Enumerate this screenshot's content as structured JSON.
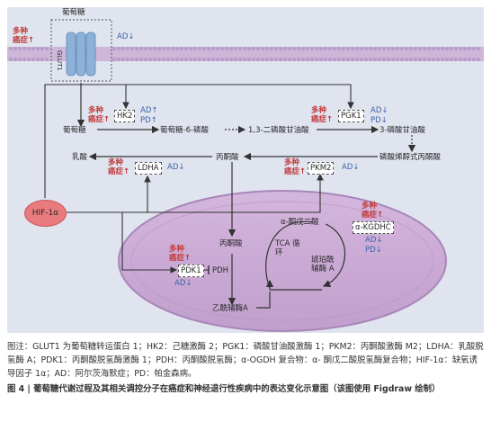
{
  "diagram": {
    "nodes": {
      "glucose_top": "葡萄糖",
      "glut1": "GLUT1",
      "glucose": "葡萄糖",
      "g6p": "葡萄糖-6-磷酸",
      "bpg": "1,3-二磷酸甘油酸",
      "p3g": "3-磷酸甘油酸",
      "pep": "磷酸烯醇式丙酮酸",
      "lactate": "乳酸",
      "pyruvate": "丙酮酸",
      "pyruvate_mito": "丙酮酸",
      "acetyl_coa": "乙酰辅酶A",
      "akg": "α-酮戊二酸",
      "succinyl_coa": "琥珀酰\n辅酶 A",
      "tca": "TCA 循\n环",
      "pdh": "PDH",
      "hif": "HIF-1α"
    },
    "enzymes": {
      "hk2": "HK2",
      "pgk1": "PGK1",
      "ldha": "LDHA",
      "pkm2": "PKM2",
      "pdk1": "PDK1",
      "kgdhc": "α-KGDHC"
    },
    "annotations": {
      "cancer_up": "多种\n癌症↑",
      "ad_down": "AD↓",
      "ad_up": "AD↑",
      "pd_up": "PD↑",
      "pd_down": "PD↓"
    }
  },
  "caption": {
    "note": "图注：GLUT1 为葡萄糖转运蛋白 1；HK2：己糖激酶 2；PGK1：磷酸甘油酸激酶 1；PKM2：丙酮酸激酶 M2；LDHA：乳酸脱氢酶 A；PDK1：丙酮酸脱氢酶激酶 1；PDH：丙酮酸脱氢酶；α-OGDH 复合物：α- 酮戊二酸脱氢酶复合物；HIF-1α：缺氧诱导因子 1α；AD：阿尔茨海默症；PD：帕金森病。",
    "title": "图 4 | 葡萄糖代谢过程及其相关调控分子在癌症和神经退行性疾病中的表达变化示意图（该图使用 Figdraw 绘制）"
  },
  "colors": {
    "panel": "#dfe4ef",
    "membrane": "#b99bc9",
    "mitochondrion": "#c9a9d4",
    "cancer": "#c23b3b",
    "disease": "#3d63a8",
    "hif": "#e97b7e"
  }
}
